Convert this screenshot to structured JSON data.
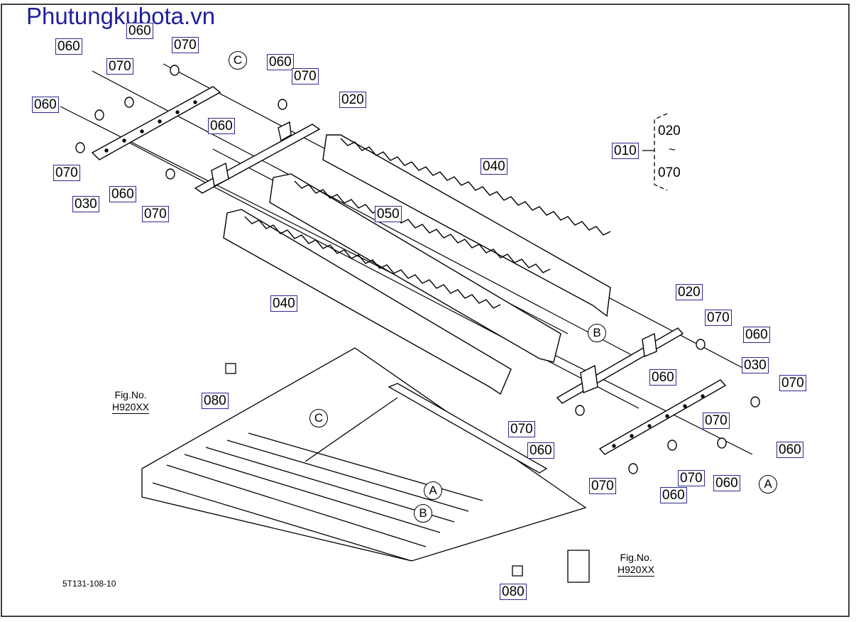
{
  "watermark": "Phutungkubota.vn",
  "doc_code": "5T131-108-10",
  "range_label": {
    "assembly": "010",
    "from": "020",
    "tilde": "~",
    "to": "070"
  },
  "callouts": [
    "060",
    "060",
    "070",
    "070",
    "060",
    "070",
    "060",
    "070",
    "020",
    "070",
    "030",
    "060",
    "070",
    "060",
    "040",
    "050",
    "040",
    "020",
    "070",
    "060",
    "060",
    "030",
    "070",
    "070",
    "060",
    "070",
    "060",
    "070",
    "070",
    "060",
    "080",
    "080"
  ],
  "circle_refs": [
    "C",
    "C",
    "B",
    "A",
    "A",
    "B"
  ],
  "fig_refs": [
    {
      "title": "Fig.No.",
      "ref": "H920XX"
    },
    {
      "title": "Fig.No.",
      "ref": "H920XX"
    }
  ],
  "colors": {
    "watermark": "#1f1f9c",
    "callout_border": "#2a2a8c",
    "line": "#000000"
  }
}
